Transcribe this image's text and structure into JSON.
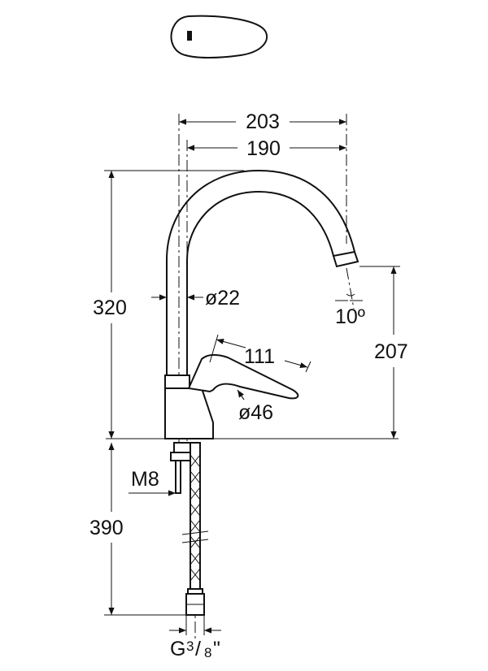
{
  "dimensions": {
    "overall_reach": "203",
    "spout_reach": "190",
    "height": "320",
    "tube_diameter": "ø22",
    "spout_angle": "10º",
    "lever_length": "111",
    "outlet_height": "207",
    "base_diameter": "ø46",
    "fixing_thread": "M8",
    "hose_length": "390",
    "hose_connection": "G",
    "hose_fraction_num": "3",
    "hose_fraction_den": "8",
    "hose_inch_mark": "\""
  },
  "colors": {
    "line": "#111111",
    "background": "#ffffff"
  }
}
